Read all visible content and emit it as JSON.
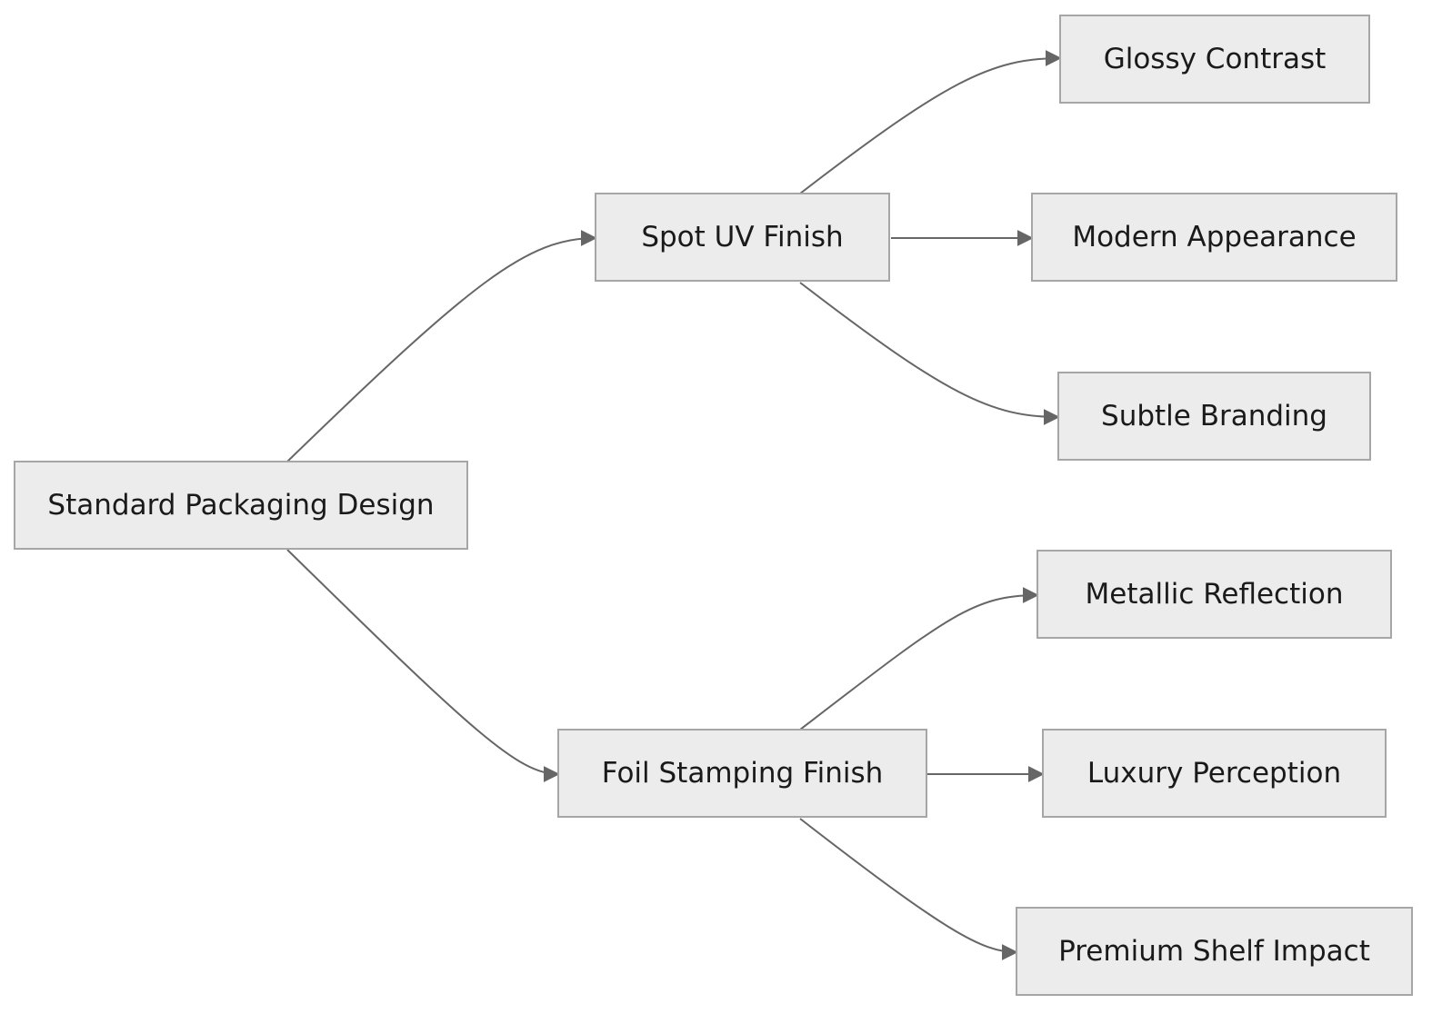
{
  "diagram": {
    "nodes": {
      "root": "Standard Packaging Design",
      "spot_uv": "Spot UV Finish",
      "foil": "Foil Stamping Finish",
      "glossy": "Glossy Contrast",
      "modern": "Modern Appearance",
      "subtle": "Subtle Branding",
      "metallic": "Metallic Reflection",
      "luxury": "Luxury Perception",
      "premium": "Premium Shelf Impact"
    },
    "edges": [
      {
        "from": "root",
        "to": "spot_uv"
      },
      {
        "from": "root",
        "to": "foil"
      },
      {
        "from": "spot_uv",
        "to": "glossy"
      },
      {
        "from": "spot_uv",
        "to": "modern"
      },
      {
        "from": "spot_uv",
        "to": "subtle"
      },
      {
        "from": "foil",
        "to": "metallic"
      },
      {
        "from": "foil",
        "to": "luxury"
      },
      {
        "from": "foil",
        "to": "premium"
      }
    ],
    "colors": {
      "node_fill": "#ececec",
      "node_border": "#a6a6a6",
      "edge": "#666666",
      "text": "#1a1a1a"
    }
  }
}
